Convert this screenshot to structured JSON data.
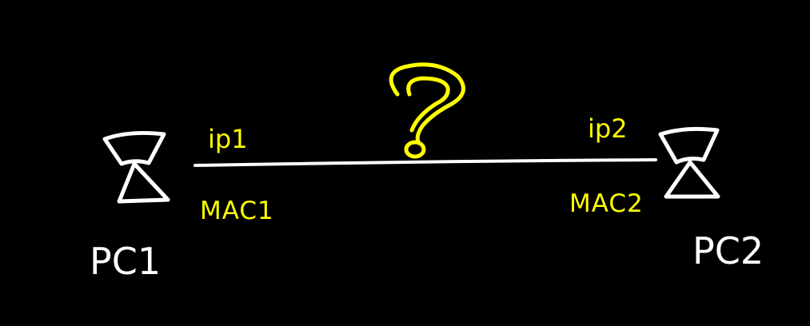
{
  "diagram": {
    "background": "#000000",
    "ink_white": "#ffffff",
    "ink_yellow": "#ffff00",
    "left_node": {
      "label": "PC1",
      "ip_label": "ip1",
      "mac_label": "MAC1",
      "icon": "computer-icon"
    },
    "right_node": {
      "label": "PC2",
      "ip_label": "ip2",
      "mac_label": "MAC2",
      "icon": "computer-icon"
    },
    "link": {
      "mark": "?",
      "icon": "question-mark-icon"
    }
  }
}
